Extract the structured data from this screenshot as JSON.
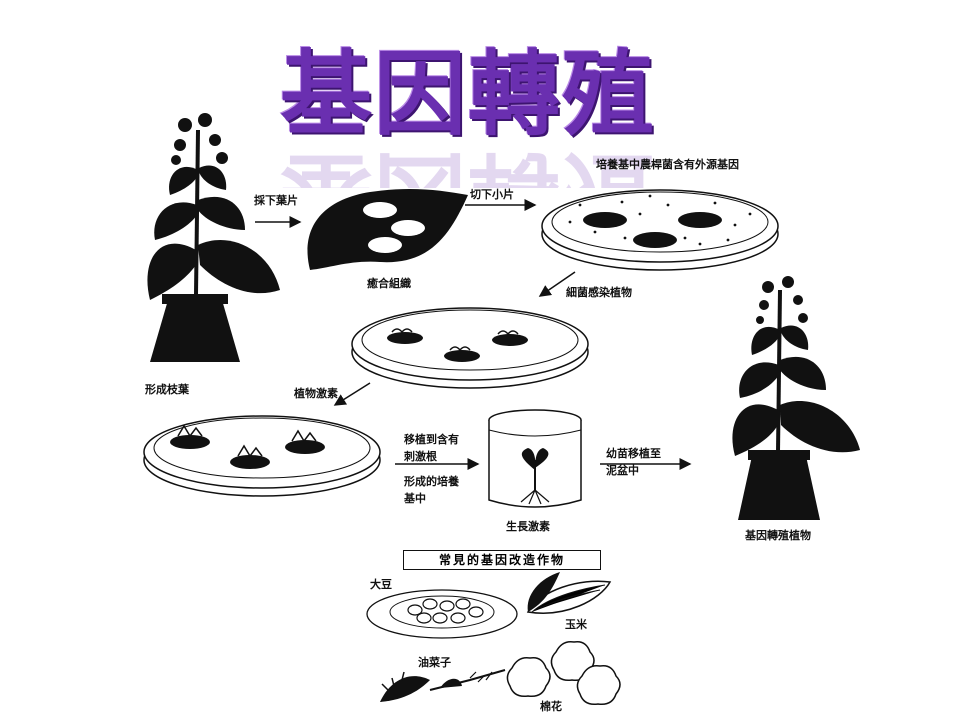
{
  "title": "基因轉殖",
  "labels": {
    "cut_leaf": "採下葉片",
    "cut_pieces": "切下小片",
    "culture_medium": "培養基中農桿菌含有外源基因",
    "infect": "細菌感染植物",
    "callus": "癒合組織",
    "shoots": "形成枝葉",
    "hormone": "植物激素",
    "transplant_1": "移植到含有刺激根",
    "transplant_2": "形成的培養基中",
    "growth_hormone": "生長激素",
    "seedling": "幼苗移植至泥盆中",
    "gm_plant": "基因轉殖植物"
  },
  "crops": {
    "heading": "常見的基因改造作物",
    "soybean": "大豆",
    "corn": "玉米",
    "rapeseed": "油菜子",
    "cotton": "棉花"
  },
  "colors": {
    "title": "#6a2fb0",
    "ink": "#111111"
  }
}
